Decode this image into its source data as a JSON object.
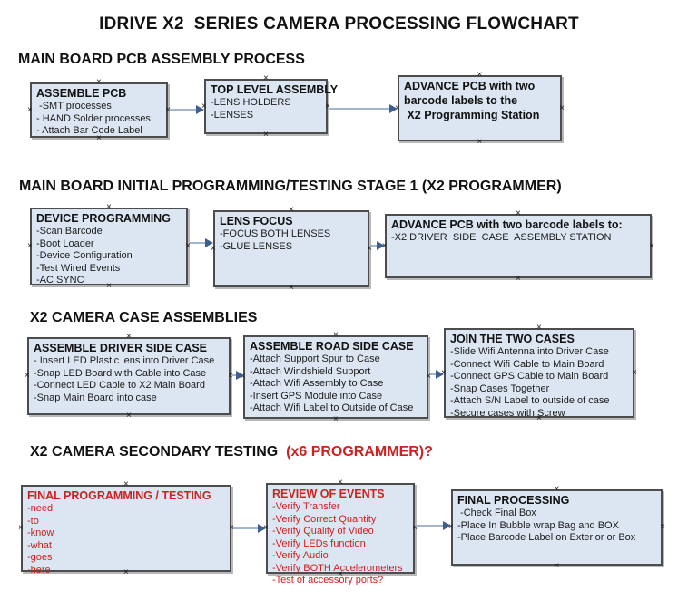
{
  "title": "IDRIVE X2  SERIES CAMERA PROCESSING FLOWCHART",
  "colors": {
    "box_fill": "#dce6f2",
    "box_border": "#4d4d4d",
    "red": "#cc2222",
    "arrow_line": "#a3b6d0",
    "arrow_head": "#3f5d8f"
  },
  "sections": [
    {
      "heading": "MAIN BOARD PCB ASSEMBLY PROCESS",
      "boxes": [
        {
          "title": "ASSEMBLE PCB",
          "items": [
            " -SMT processes",
            "- HAND Solder processes",
            "- Attach Bar Code Label"
          ]
        },
        {
          "title": "TOP LEVEL ASSEMBLY",
          "items": [
            "-LENS HOLDERS",
            "-LENSES"
          ]
        },
        {
          "title": "ADVANCE PCB with two\nbarcode labels to the\n X2 Programming Station",
          "items": []
        }
      ]
    },
    {
      "heading": "MAIN BOARD INITIAL PROGRAMMING/TESTING STAGE 1 (X2 PROGRAMMER)",
      "boxes": [
        {
          "title": "DEVICE PROGRAMMING",
          "items": [
            "-Scan Barcode",
            "-Boot Loader",
            "-Device Configuration",
            "-Test Wired Events",
            "-AC SYNC"
          ]
        },
        {
          "title": "LENS FOCUS",
          "items": [
            "-FOCUS BOTH LENSES",
            "-GLUE LENSES"
          ]
        },
        {
          "title": "ADVANCE PCB with two barcode labels to:",
          "items": [
            "-X2 DRIVER  SIDE  CASE  ASSEMBLY STATION"
          ]
        }
      ]
    },
    {
      "heading": "X2 CAMERA CASE ASSEMBLIES",
      "boxes": [
        {
          "title": "ASSEMBLE DRIVER SIDE CASE",
          "items": [
            "- Insert LED Plastic lens into Driver Case",
            "-Snap LED Board with Cable into Case",
            "-Connect LED Cable to X2 Main Board",
            "-Snap Main Board into case"
          ]
        },
        {
          "title": "ASSEMBLE ROAD SIDE CASE",
          "items": [
            "-Attach Support Spur to Case",
            "-Attach Windshield Support",
            "-Attach Wifi Assembly to Case",
            "-Insert GPS Module into Case",
            "-Attach Wifi Label to Outside of Case"
          ]
        },
        {
          "title": "JOIN THE TWO CASES",
          "items": [
            "-Slide Wifi Antenna into Driver Case",
            "-Connect Wifi Cable to Main Board",
            "-Connect GPS Cable to Main Board",
            "-Snap Cases Together",
            "-Attach S/N Label to outside of case",
            "-Secure cases with Screw"
          ]
        }
      ]
    },
    {
      "heading": "X2 CAMERA SECONDARY TESTING ",
      "heading_suffix": " (x6 PROGRAMMER)?",
      "boxes": [
        {
          "title": "FINAL PROGRAMMING / TESTING",
          "items": [
            "-need",
            "-to",
            "-know",
            "-what",
            "-goes",
            "-here"
          ]
        },
        {
          "title": "REVIEW OF EVENTS",
          "items": [
            "-Verify Transfer",
            "-Verify Correct Quantity",
            "-Verify Quality of Video",
            "-Verify LEDs function",
            "-Verify Audio",
            "-Verify BOTH Accelerometers",
            "-Test of accessory ports?"
          ]
        },
        {
          "title": "FINAL PROCESSING",
          "items": [
            " -Check Final Box",
            "-Place In Bubble wrap Bag and BOX",
            "-Place Barcode Label on Exterior or Box"
          ]
        }
      ]
    }
  ]
}
